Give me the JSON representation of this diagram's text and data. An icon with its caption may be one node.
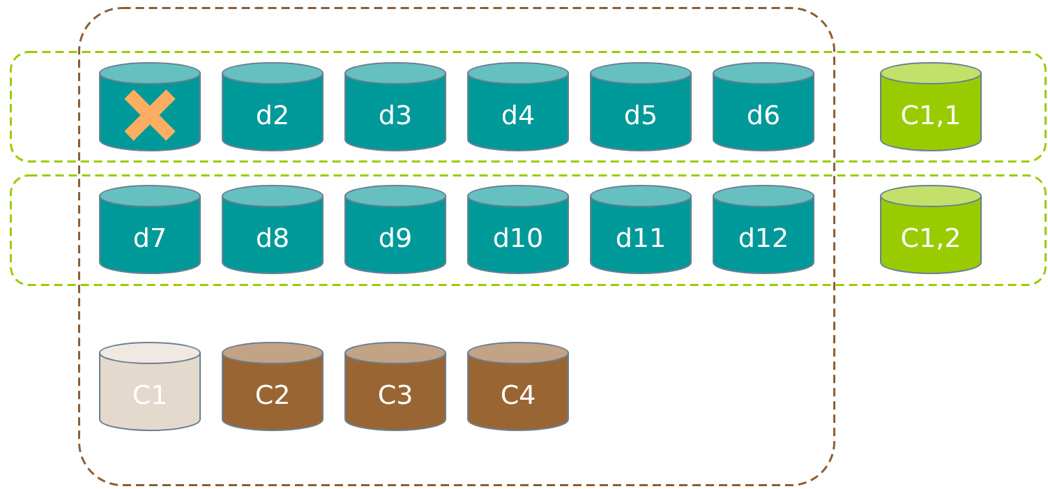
{
  "diagram": {
    "nodes": [
      {
        "text": [],
        "shape": "box"
      },
      {
        "text": [],
        "shape": "box"
      },
      {
        "text": [],
        "shape": "cylinder"
      },
      {
        "text": [
          "d2"
        ]
      },
      {
        "text": [
          "d3"
        ]
      },
      {
        "text": [
          "d4"
        ]
      },
      {
        "text": [
          "d5"
        ]
      },
      {
        "text": [
          "d6"
        ]
      },
      {
        "text": [
          "C1,1"
        ],
        "in": 1
      },
      {
        "text": [],
        "shape": "box"
      },
      {
        "text": [
          "d7"
        ]
      },
      {
        "text": [
          "d8"
        ]
      },
      {
        "text": [
          "d9"
        ]
      },
      {
        "text": [
          "d10"
        ]
      },
      {
        "text": [
          "d11"
        ]
      },
      {
        "text": [
          "d12"
        ]
      },
      {
        "text": [
          "C1,2"
        ],
        "in": 9
      },
      {
        "text": [
          "C1"
        ],
        "in": 0
      },
      {
        "text": [
          "C2"
        ],
        "in": 0
      },
      {
        "text": [
          "C3"
        ],
        "in": 0
      },
      {
        "text": [
          "C4"
        ],
        "in": 0
      }
    ]
  }
}
